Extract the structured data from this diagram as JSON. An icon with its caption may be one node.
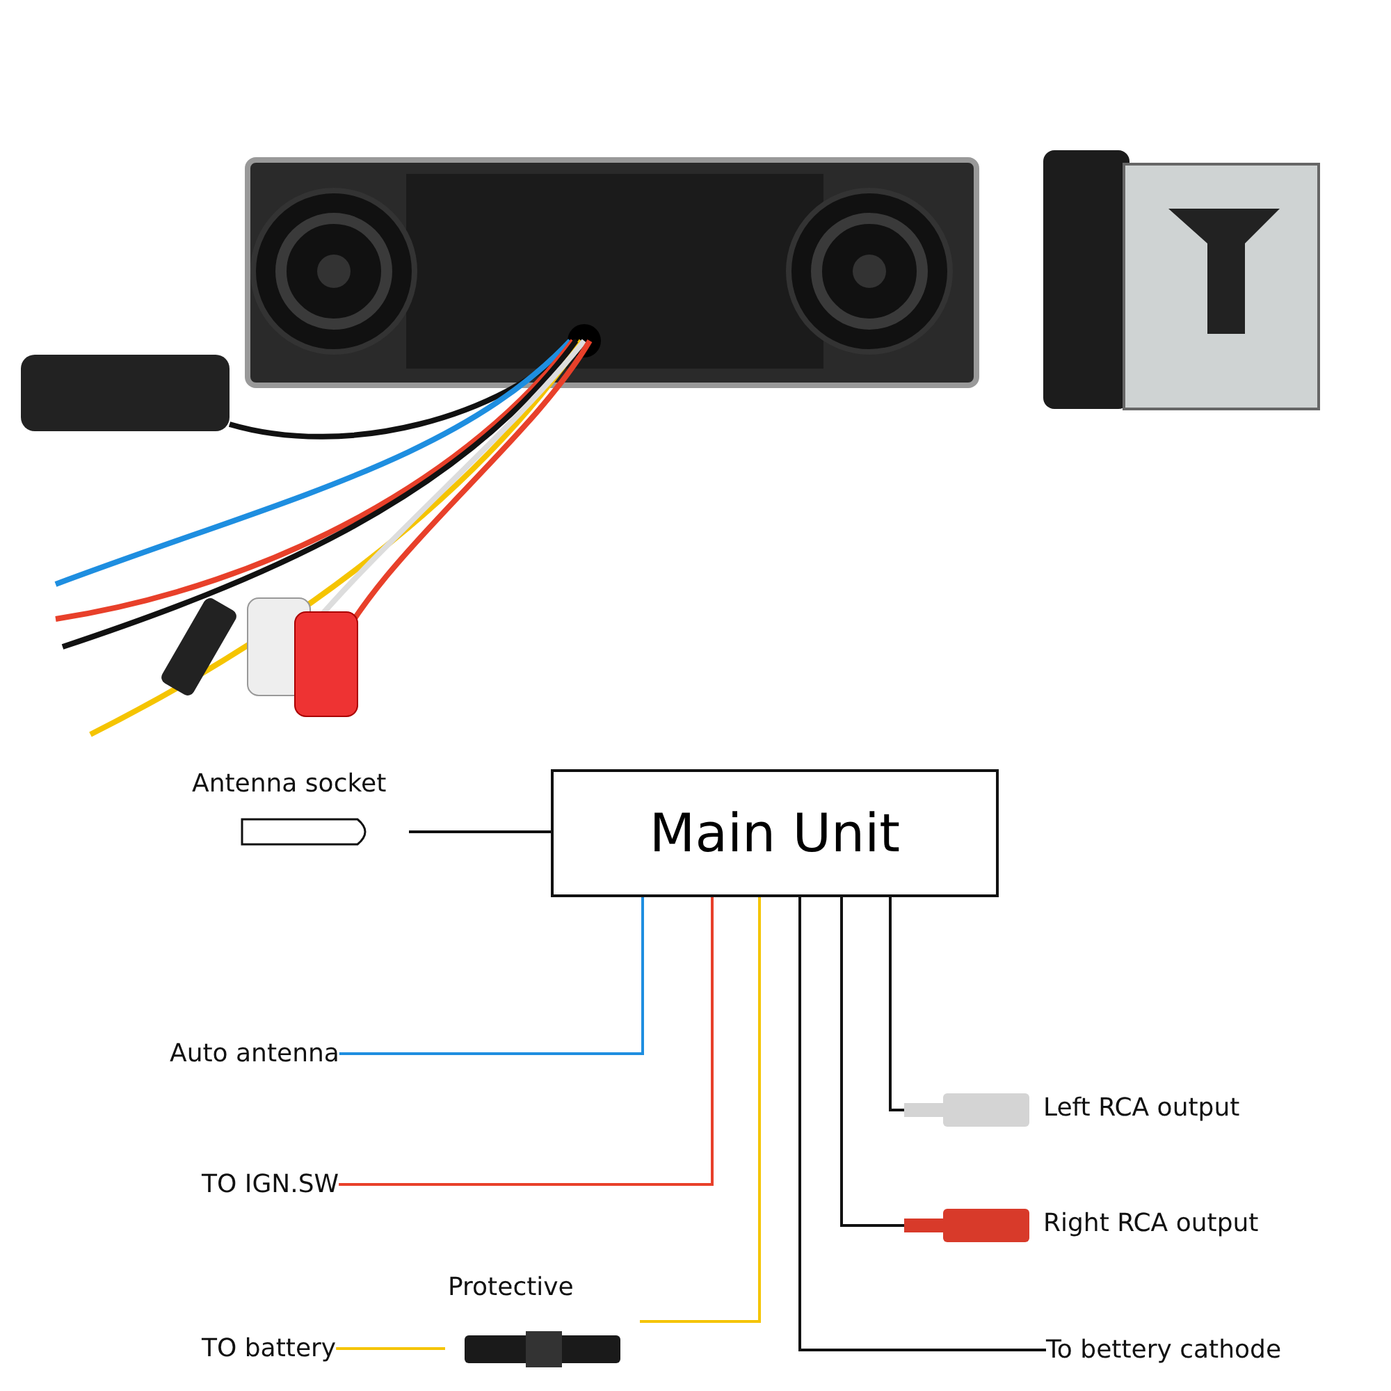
{
  "diagram": {
    "nodes": [
      {
        "text": [
          "Main Unit"
        ]
      },
      {
        "text": [
          "Antenna socket"
        ]
      },
      {
        "text": [
          "Auto antenna"
        ]
      },
      {
        "text": [
          "TO IGN.SW"
        ]
      },
      {
        "text": [
          "TO battery"
        ]
      },
      {
        "text": [
          "Protective"
        ]
      },
      {
        "text": [
          "Left RCA output"
        ]
      },
      {
        "text": [
          "Right RCA output"
        ]
      },
      {
        "text": [
          "To bettery cathode"
        ]
      }
    ],
    "edges": [
      {
        "from": 1,
        "to": 0,
        "arrow": "none"
      },
      {
        "from": 0,
        "to": 2,
        "arrow": "none",
        "color": "#1e8ee0"
      },
      {
        "from": 0,
        "to": 3,
        "arrow": "none",
        "color": "#e8402a"
      },
      {
        "from": 0,
        "to": 5,
        "arrow": "none",
        "color": "#f5c400"
      },
      {
        "from": 5,
        "to": 4,
        "arrow": "none",
        "color": "#f5c400"
      },
      {
        "from": 0,
        "to": 6,
        "arrow": "none"
      },
      {
        "from": 0,
        "to": 7,
        "arrow": "none"
      },
      {
        "from": 0,
        "to": 8,
        "arrow": "none"
      }
    ]
  }
}
